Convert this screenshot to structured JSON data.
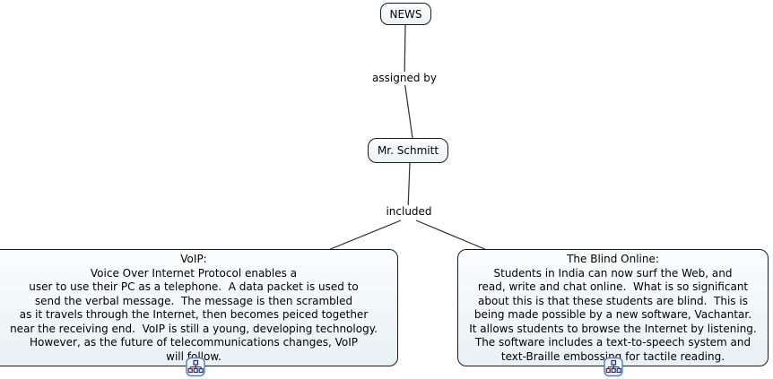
{
  "diagram": {
    "kind": "concept map",
    "background": "#ffffff",
    "node_fill": "#ebf2f5",
    "node_border": "#1c1c1c",
    "line_color": "#2e2e2e",
    "icon_border": "#4f81bd",
    "icon_glyph": "#232f7a"
  },
  "nodes": {
    "news": {
      "label": "NEWS"
    },
    "teacher": {
      "label": "Mr. Schmitt"
    }
  },
  "links": {
    "assigned_by": {
      "label": "assigned by"
    },
    "included": {
      "label": "included"
    }
  },
  "concepts": {
    "voip": {
      "title": "VoIP:",
      "body": "Voice Over Internet Protocol enables a\nuser to use their PC as a telephone.  A data packet is used to\nsend the verbal message.  The message is then scrambled\nas it travels through the Internet, then becomes peiced together\nnear the receiving end.  VoIP is still a young, developing technology.\nHowever, as the future of telecommunications changes, VoIP\nwill follow."
    },
    "blind_online": {
      "title": "The Blind Online:",
      "body": "Students in India can now surf the Web, and\nread, write and chat online.  What is so significant\nabout this is that these students are blind.  This is\nbeing made possible by a new software, Vachantar.\nIt allows students to browse the Internet by listening.\nThe software includes a text-to-speech system and\ntext-Braille embossing for tactile reading."
    }
  },
  "icons": {
    "voip_resource": "cmap-resource-icon",
    "blind_resource": "cmap-resource-icon"
  }
}
